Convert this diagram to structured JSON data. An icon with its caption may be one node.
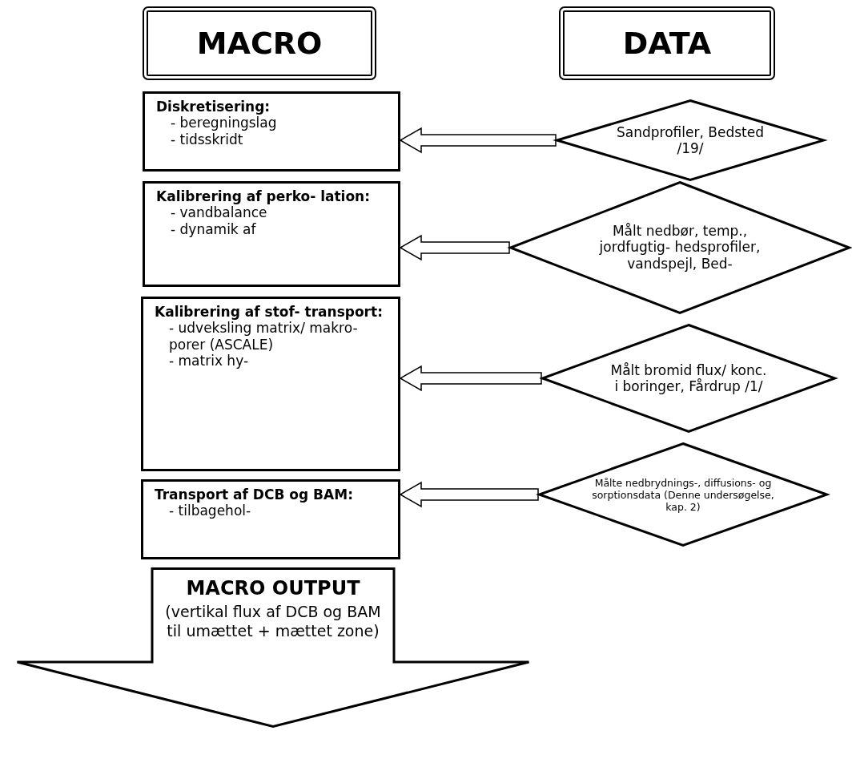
{
  "diagram": {
    "nodes": [
      {
        "text": [
          "MACRO"
        ]
      },
      {
        "text": [
          "DATA"
        ]
      },
      {
        "text": [
          "Diskretisering:",
          "- beregningslag",
          "- tidsskridt"
        ]
      },
      {
        "text": [
          "Kalibrering af perko- lation:",
          "- vandbalance",
          "- dynamik af"
        ]
      },
      {
        "text": [
          "Kalibrering af stof- transport:",
          "- udveksling matrix/ makro- porer (ASCALE)",
          "- matrix hy-"
        ]
      },
      {
        "text": [
          "Transport af DCB og BAM:",
          "- tilbagehol-"
        ]
      },
      {
        "text": [
          "Sandprofiler, Bedsted /19/"
        ]
      },
      {
        "text": [
          "Målt nedbør, temp., jordfugtig- hedsprofiler, vandspejl, Bed-"
        ]
      },
      {
        "text": [
          "Målt bromid flux/ konc. i boringer, Fårdrup /1/"
        ]
      },
      {
        "text": [
          "Målte nedbrydnings-, diffusions- og sorptionsdata (Denne undersøgelse, kap. 2)"
        ]
      },
      {
        "text": [
          "MACRO OUTPUT",
          "(vertikal flux af DCB og BAM til umættet + mættet zone)"
        ]
      }
    ],
    "edges": [
      {
        "from": 6,
        "to": 2,
        "arrow": "to"
      },
      {
        "from": 7,
        "to": 3,
        "arrow": "to"
      },
      {
        "from": 8,
        "to": 4,
        "arrow": "to"
      },
      {
        "from": 9,
        "to": 5,
        "arrow": "to"
      }
    ]
  }
}
